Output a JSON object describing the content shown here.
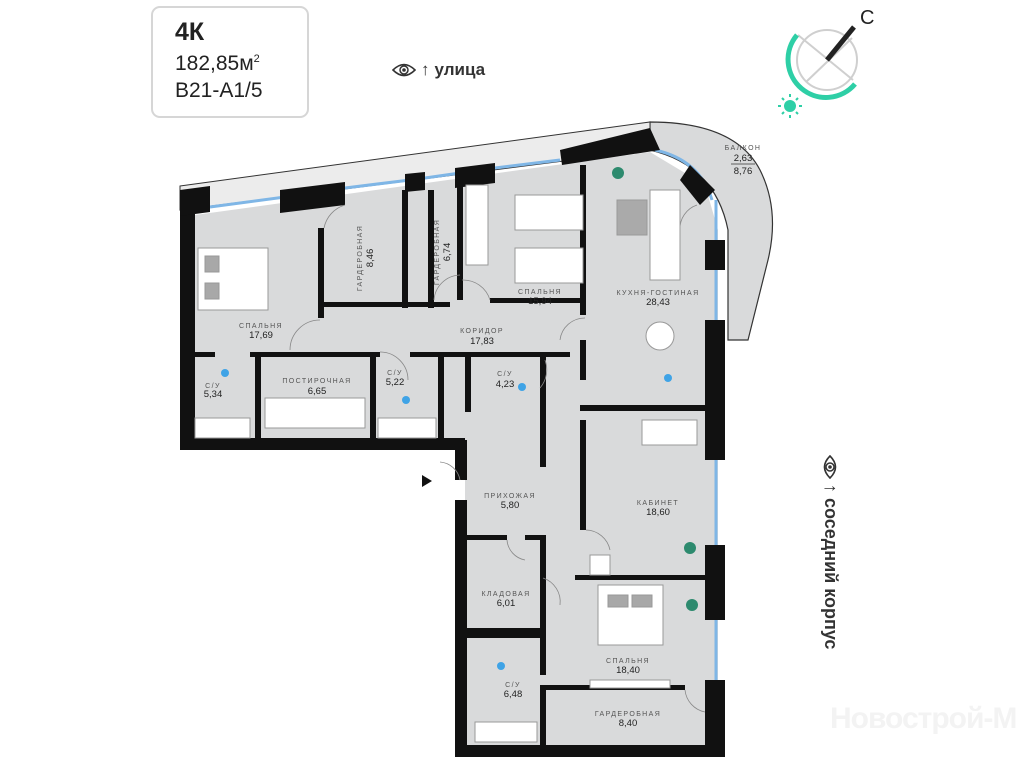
{
  "card": {
    "type": "4К",
    "area": "182,85м",
    "area_sup": "2",
    "code": "B21-A1/5"
  },
  "views": {
    "top": "улица",
    "right": "соседний корпус",
    "arrow": "↑"
  },
  "compass": {
    "north_letter": "С",
    "accent": "#2ecfa6"
  },
  "balcony": {
    "label": "БАЛКОН",
    "area_a": "2,63",
    "area_b": "8,76"
  },
  "rooms": [
    {
      "label": "СПАЛЬНЯ",
      "area": "17,69"
    },
    {
      "label": "ГАРДЕРОБНАЯ",
      "area": "8,46"
    },
    {
      "label": "ГАРДЕРОБНАЯ",
      "area": "6,74"
    },
    {
      "label": "СПАЛЬНЯ",
      "area": "15,94"
    },
    {
      "label": "КУХНЯ-ГОСТИНАЯ",
      "area": "28,43"
    },
    {
      "label": "КОРИДОР",
      "area": "17,83"
    },
    {
      "label": "С/У",
      "area": "5,34"
    },
    {
      "label": "ПОСТИРОЧНАЯ",
      "area": "6,65"
    },
    {
      "label": "С/У",
      "area": "5,22"
    },
    {
      "label": "С/У",
      "area": "4,23"
    },
    {
      "label": "ПРИХОЖАЯ",
      "area": "5,80"
    },
    {
      "label": "КАБИНЕТ",
      "area": "18,60"
    },
    {
      "label": "КЛАДОВАЯ",
      "area": "6,01"
    },
    {
      "label": "СПАЛЬНЯ",
      "area": "18,40"
    },
    {
      "label": "С/У",
      "area": "6,48"
    },
    {
      "label": "ГАРДЕРОБНАЯ",
      "area": "8,40"
    }
  ],
  "watermark": "Новострой-М",
  "colors": {
    "floor": "#d9dadb",
    "wall": "#111111",
    "window": "#7fb6e6",
    "water": "#3fa3e6",
    "plant": "#2d8a6e"
  }
}
